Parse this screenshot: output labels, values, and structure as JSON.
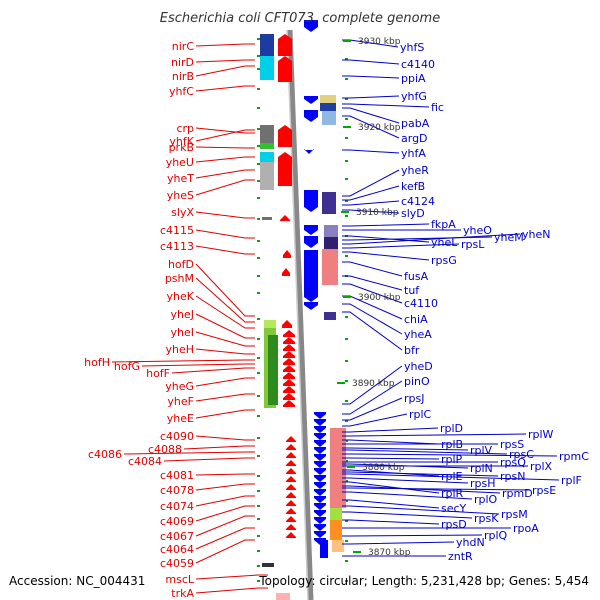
{
  "title": "Escherichia coli CFT073, complete genome",
  "accession": "Accession: NC_004431",
  "topology": "Topology: circular; Length: 5,231,428 bp; Genes: 5,454",
  "kbp_ticks": [
    "3930 kbp",
    "3920 kbp",
    "3910 kbp",
    "3900 kbp",
    "3890 kbp",
    "3880 kbp",
    "3870 kbp"
  ],
  "left_genes": [
    "nirC",
    "nirD",
    "nirB",
    "yhfC",
    "yhfK",
    "crp",
    "prkB",
    "yheU",
    "yheT",
    "yheS",
    "slyX",
    "c4115",
    "c4113",
    "hofD",
    "pshM",
    "yheK",
    "yheJ",
    "yheI",
    "yheH",
    "hofH",
    "hofG",
    "hofF",
    "yheG",
    "yheF",
    "yheE",
    "c4090",
    "c4088",
    "c4086",
    "c4084",
    "c4081",
    "c4078",
    "c4074",
    "c4069",
    "c4067",
    "c4064",
    "c4059",
    "mscL",
    "trkA"
  ],
  "right_genes": [
    "yhfS",
    "c4140",
    "ppiA",
    "yhfG",
    "fic",
    "pabA",
    "argD",
    "yhfA",
    "yheR",
    "kefB",
    "c4124",
    "slyD",
    "fkpA",
    "yheO",
    "yheL",
    "yheM",
    "yheN",
    "rpsL",
    "rpsG",
    "fusA",
    "tuf",
    "c4110",
    "chiA",
    "yheA",
    "bfr",
    "yheD",
    "pinO",
    "rpsJ",
    "rplC",
    "rplD",
    "rplW",
    "rplB",
    "rpsS",
    "rplV",
    "rpsC",
    "rpmC",
    "rplP",
    "rpsQ",
    "rplN",
    "rplX",
    "rplE",
    "rpsN",
    "rplF",
    "rpsH",
    "rplR",
    "rpmD",
    "rpsE",
    "rplO",
    "secY",
    "rpsM",
    "rpsK",
    "rpsD",
    "rpoA",
    "rplQ",
    "yhdN",
    "zntR"
  ],
  "colors": {
    "left_label": "#e00000",
    "right_label": "#0000c8",
    "forward_gene": "#ff0000",
    "reverse_gene": "#0000ff",
    "backbone": "#888888",
    "tick": "#00aa00"
  }
}
